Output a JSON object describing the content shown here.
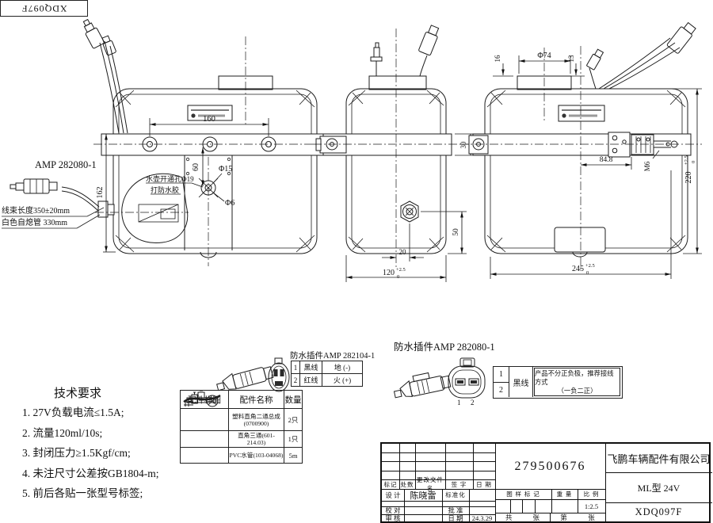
{
  "sheet": {
    "corner_code": "XDQ097F"
  },
  "annotations": {
    "amp_label": "AMP 282080-1",
    "harness_note": "线束长度350±20mm",
    "tube_note": "白色自熄管 330mm",
    "hole_note": "水壶开通孔Φ19",
    "glue_note": "打防水胶"
  },
  "dims": {
    "front_width": "160",
    "front_offset": "60",
    "front_hole_od": "Φ15",
    "front_hole_id": "Φ6",
    "front_height": "162",
    "side_plug_h": "50",
    "side_plug_x": "20",
    "side_width": "120",
    "bracket_h": "30",
    "rear_cap_l": "16",
    "rear_cap_d": "Φ74",
    "rear_cap_r": "13",
    "rear_pump_x": "84.8",
    "rear_thread": "M6",
    "rear_height": "220",
    "rear_width": "245",
    "tol_plus": "+2.5",
    "tol_zero": "0"
  },
  "tech": {
    "title": "技术要求",
    "items": [
      "1. 27V负载电流≤1.5A;",
      "2. 流量120ml/10s;",
      "3. 封闭压力≥1.5Kgf/cm;",
      "4. 未注尺寸公差按GB1804-m;",
      "5. 前后各贴一张型号标签;"
    ]
  },
  "parts_table": {
    "headers": [
      "配件样图",
      "配件名称",
      "数量"
    ],
    "rows": [
      {
        "name": "塑料直角二通总成",
        "code": "(0700900)",
        "qty": "2只"
      },
      {
        "name": "直角三通(601-214.03)",
        "code": "",
        "qty": "1只"
      },
      {
        "name": "PVC水管(103-04068)",
        "code": "",
        "qty": "5m"
      }
    ]
  },
  "connector104": {
    "title": "防水插件AMP 282104-1",
    "rows": [
      [
        "1",
        "黑线",
        "地 (-)"
      ],
      [
        "2",
        "红线",
        "火 (+)"
      ]
    ]
  },
  "connector080": {
    "title": "防水插件AMP 282080-1",
    "pin_labels": [
      "1",
      "2"
    ],
    "row_numbers": [
      "1",
      "2"
    ],
    "wire": "黑线",
    "note_line1": "产品不分正负极，推荐接线方式",
    "note_line2": "（一负二正）"
  },
  "title_block": {
    "part_number": "279500676",
    "company": "飞鹏车辆配件有限公司",
    "model": "ML型 24V",
    "drawing_code": "XDQ097F",
    "rev_cols": [
      "标记",
      "处数",
      "更改文件名",
      "签 字",
      "日 期"
    ],
    "design_label": "设 计",
    "designer": "陈晓雷",
    "standard_label": "标准化",
    "check_label": "校 对",
    "approve_label": "批 准",
    "audit_label": "审 核",
    "date_label": "日 期",
    "date_value": "24.3.29",
    "stamp_label": "图 样 标 记",
    "weight_label": "重 量",
    "scale_label": "比 例",
    "scale_value": "1:2.5",
    "sheets_label": "共",
    "sheets_unit": "张",
    "page_label": "第",
    "page_unit": "张"
  }
}
